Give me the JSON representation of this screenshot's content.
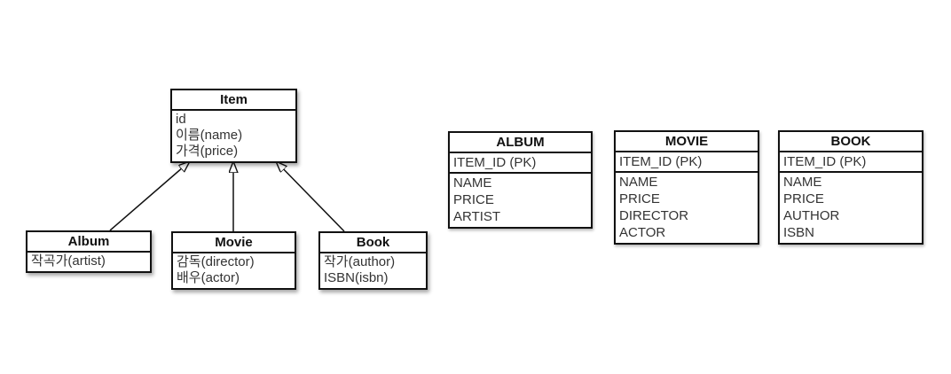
{
  "uml": {
    "classes": [
      {
        "name": "Item",
        "fields": [
          "id",
          "이름(name)",
          "가격(price)"
        ]
      },
      {
        "name": "Album",
        "fields": [
          "작곡가(artist)"
        ]
      },
      {
        "name": "Movie",
        "fields": [
          "감독(director)",
          "배우(actor)"
        ]
      },
      {
        "name": "Book",
        "fields": [
          "작가(author)",
          "ISBN(isbn)"
        ]
      }
    ],
    "relations": [
      {
        "from": "Album",
        "to": "Item",
        "type": "generalization"
      },
      {
        "from": "Movie",
        "to": "Item",
        "type": "generalization"
      },
      {
        "from": "Book",
        "to": "Item",
        "type": "generalization"
      }
    ]
  },
  "tables": [
    {
      "name": "ALBUM",
      "pk": "ITEM_ID (PK)",
      "columns": [
        "NAME",
        "PRICE",
        "ARTIST"
      ]
    },
    {
      "name": "MOVIE",
      "pk": "ITEM_ID (PK)",
      "columns": [
        "NAME",
        "PRICE",
        "DIRECTOR",
        "ACTOR"
      ]
    },
    {
      "name": "BOOK",
      "pk": "ITEM_ID (PK)",
      "columns": [
        "NAME",
        "PRICE",
        "AUTHOR",
        "ISBN"
      ]
    }
  ],
  "colors": {
    "border": "#111111",
    "text": "#333333",
    "title": "#111111",
    "background": "#ffffff"
  }
}
